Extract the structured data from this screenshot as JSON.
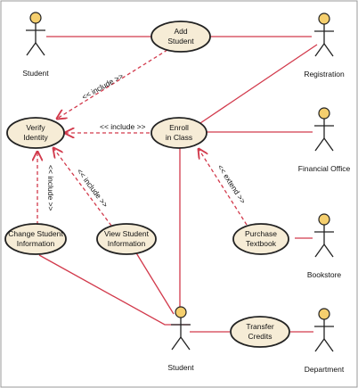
{
  "colors": {
    "line": "#d23a4c",
    "actor_head": "#f5cf6e",
    "ellipse_fill": "#f6ecd6",
    "ellipse_stroke": "#222222",
    "frame": "#9a9a9a"
  },
  "actors": {
    "student_top": "Student",
    "registration": "Registration",
    "financial_office": "Financial Office",
    "bookstore": "Bookstore",
    "student_bottom": "Student",
    "department": "Department"
  },
  "use_cases": {
    "add_student": [
      "Add",
      "Student"
    ],
    "verify_identity": [
      "Verify",
      "Identity"
    ],
    "enroll_in_class": [
      "Enroll",
      "in Class"
    ],
    "change_student_information": [
      "Change Student",
      "Information"
    ],
    "view_student_information": [
      "View Student",
      "Information"
    ],
    "purchase_textbook": [
      "Purchase",
      "Textbook"
    ],
    "transfer_credits": [
      "Transfer",
      "Credits"
    ]
  },
  "relations": {
    "include_add_verify": "<< include >>",
    "include_enroll_verify": "<< include >>",
    "include_view_verify": "<< include >>",
    "include_change_verify": "<< include >>",
    "extend_purchase_enroll": "<< extend >>"
  }
}
